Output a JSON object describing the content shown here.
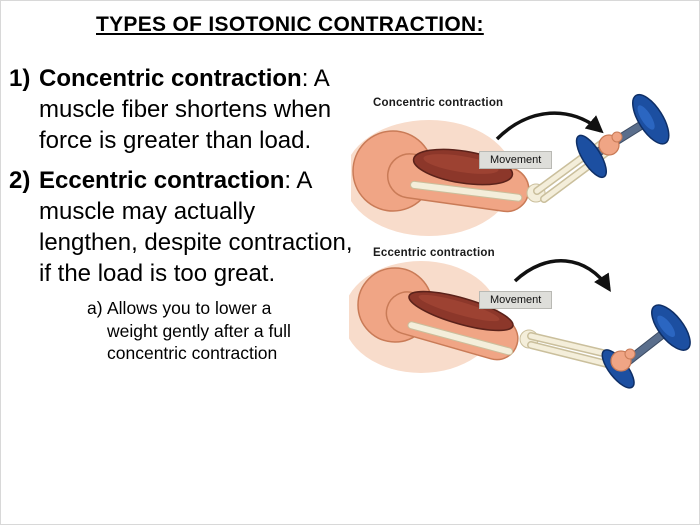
{
  "slide": {
    "title": "TYPES OF ISOTONIC CONTRACTION:",
    "items": [
      {
        "number": "1)",
        "term": "Concentric contraction",
        "body": ": A muscle fiber shortens when force is greater than load."
      },
      {
        "number": "2)",
        "term": "Eccentric contraction",
        "body": ":  A muscle may actually lengthen, despite contraction, if the load is too great."
      }
    ],
    "subitem": {
      "number": "a)",
      "text": "Allows you to lower a weight gently after a full concentric contraction"
    }
  },
  "figures": [
    {
      "label": "Concentric contraction",
      "movement_label": "Movement"
    },
    {
      "label": "Eccentric contraction",
      "movement_label": "Movement"
    }
  ],
  "colors": {
    "skin": "#F0A585",
    "skin_outline": "#C97B57",
    "backdrop_pink": "#F8DCCB",
    "muscle_red": "#8C372A",
    "bone": "#F4EEDA",
    "bone_outline": "#CABF9C",
    "dumbbell_blue": "#1C4FA1",
    "dumbbell_blue_dark": "#0F2F66",
    "arrow_black": "#111111"
  }
}
